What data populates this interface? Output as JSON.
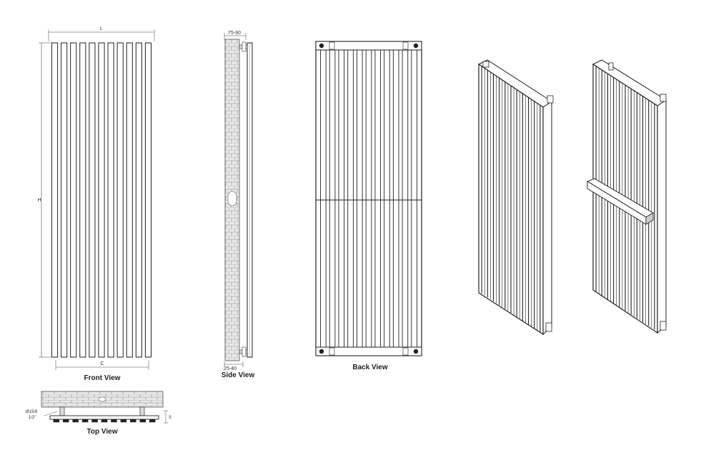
{
  "views": {
    "front": {
      "label": "Front View",
      "dim_width": "L",
      "dim_height": "H",
      "dim_centers": "C"
    },
    "side": {
      "label": "Side View",
      "dim_top": "75-90",
      "dim_bottom": "25-40"
    },
    "back": {
      "label": "Back View"
    },
    "top": {
      "label": "Top View",
      "pipe_label_1": "Ø15/8",
      "pipe_label_2": "1/2\"",
      "dim_right": "S"
    }
  },
  "colors": {
    "line": "#222222",
    "brick_fill": "#e6e6e6",
    "shade": "#bbbbbb"
  },
  "panel_count": 11
}
